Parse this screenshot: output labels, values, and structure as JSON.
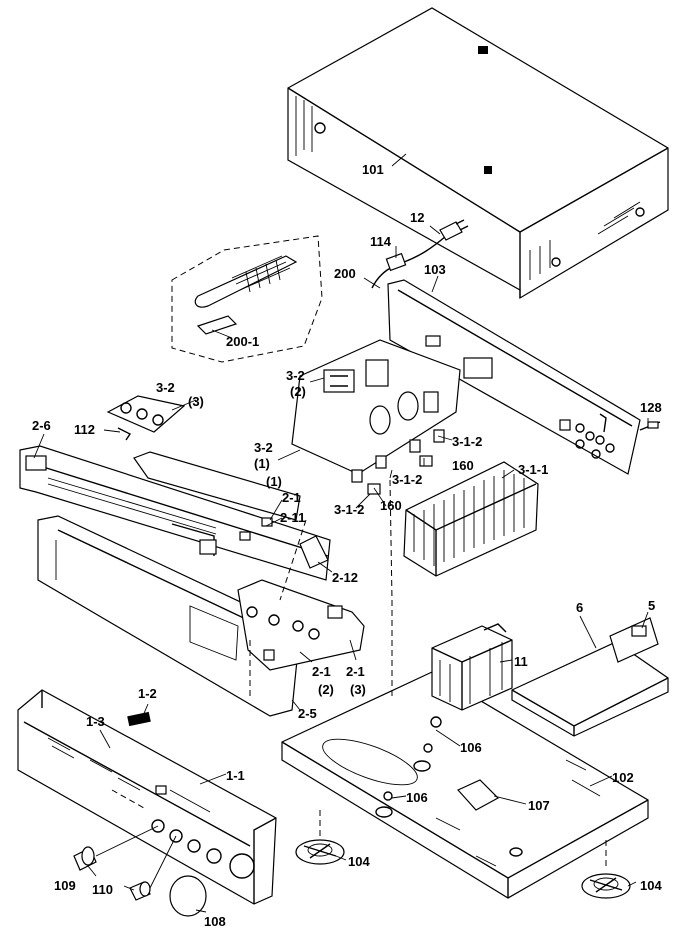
{
  "labels": {
    "l101": "101",
    "l12": "12",
    "l114": "114",
    "l200": "200",
    "l103": "103",
    "l200_1": "200-1",
    "l3_2_3": "3-2",
    "l3_2_3b": "(3)",
    "l3_2_2": "3-2",
    "l3_2_2b": "(2)",
    "l128": "128",
    "l2_6": "2-6",
    "l112": "112",
    "l3_2_1": "3-2",
    "l3_2_1b": "(1)",
    "l3_1_2a": "3-1-2",
    "l160a": "160",
    "l3_1_1": "3-1-1",
    "l3_1_2b": "3-1-2",
    "l3_1_2c": "3-1-2",
    "l160b": "160",
    "l2_1_1a": "(1)",
    "l2_1_1b": "2-1",
    "l2_11": "2-11",
    "l2_12": "2-12",
    "l6": "6",
    "l5": "5",
    "l11": "11",
    "l2_1_2a": "2-1",
    "l2_1_2b": "(2)",
    "l2_1_3a": "2-1",
    "l2_1_3b": "(3)",
    "l2_5": "2-5",
    "l1_3": "1-3",
    "l1_2": "1-2",
    "l106a": "106",
    "l102": "102",
    "l1_1": "1-1",
    "l106b": "106",
    "l107": "107",
    "l104a": "104",
    "l109": "109",
    "l110": "110",
    "l108": "108",
    "l104b": "104"
  }
}
